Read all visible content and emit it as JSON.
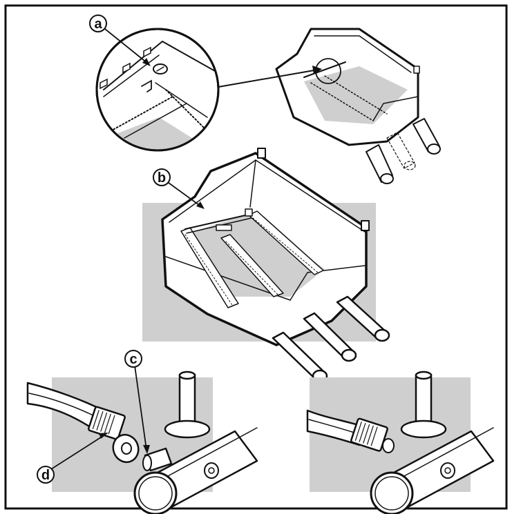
{
  "callouts": {
    "a": "a",
    "b": "b",
    "c": "c",
    "d": "d"
  },
  "colors": {
    "ink": "#111111",
    "shade": "#cfcfcf",
    "paper": "#ffffff"
  }
}
